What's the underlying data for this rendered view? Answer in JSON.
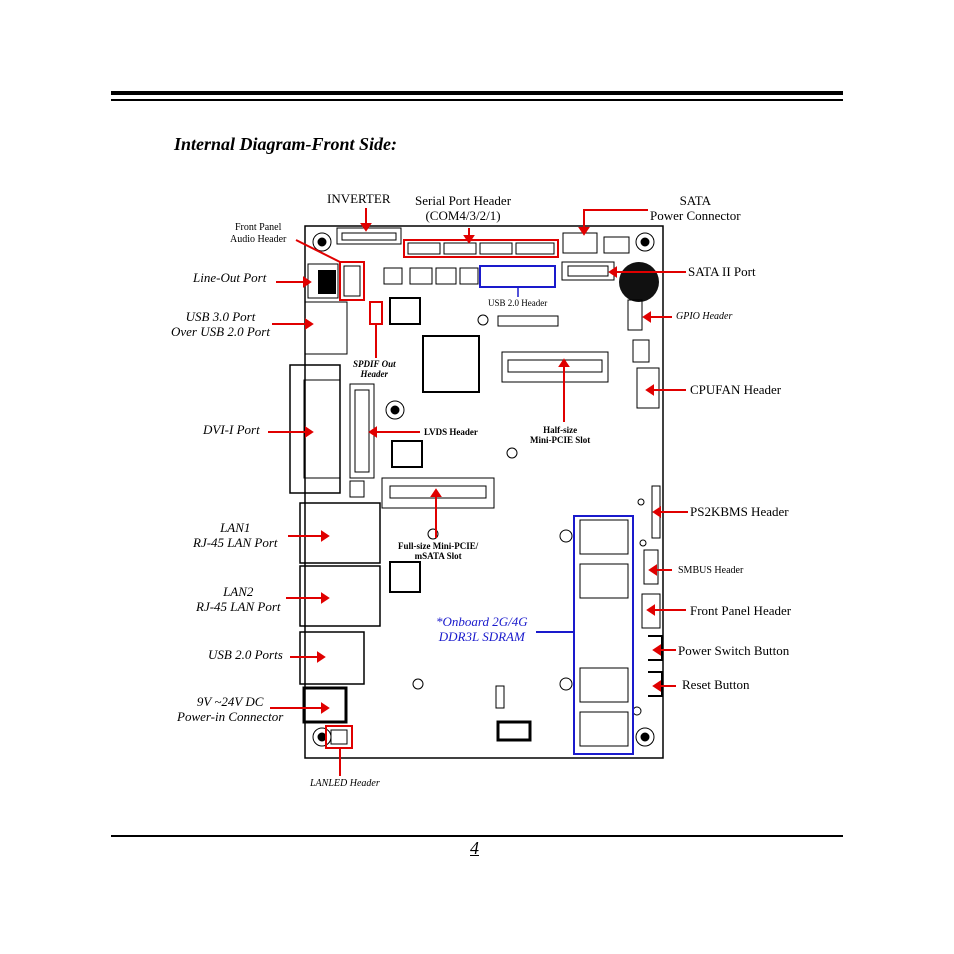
{
  "page": {
    "title": "Internal Diagram-Front Side:",
    "page_number": "4"
  },
  "labels": {
    "inverter": "INVERTER",
    "serial_line1": "Serial Port Header",
    "serial_line2": "(COM4/3/2/1)",
    "sata_line1": "SATA",
    "sata_line2": "Power Connector",
    "front_audio_line1": "Front Panel",
    "front_audio_line2": "Audio Header",
    "line_out": "Line-Out Port",
    "usb3_line1": "USB 3.0 Port",
    "usb3_line2": "Over USB 2.0 Port",
    "spdif_line1": "SPDIF Out",
    "spdif_line2": "Header",
    "usb20_header": "USB 2.0 Header",
    "sata2": "SATA II Port",
    "gpio": "GPIO Header",
    "cpufan": "CPUFAN Header",
    "dvi": "DVI-I Port",
    "lvds": "LVDS Header",
    "halfsize_line1": "Half-size",
    "halfsize_line2": "Mini-PCIE Slot",
    "ps2": "PS2KBMS Header",
    "lan1_line1": "LAN1",
    "lan1_line2": "RJ-45 LAN Port",
    "fullsize_line1": "Full-size Mini-PCIE/",
    "fullsize_line2": "mSATA Slot",
    "smbus": "SMBUS Header",
    "lan2_line1": "LAN2",
    "lan2_line2": "RJ-45 LAN Port",
    "front_panel": "Front Panel Header",
    "sdram_line1": "*Onboard 2G/4G",
    "sdram_line2": "DDR3L SDRAM",
    "usb20_ports": "USB 2.0 Ports",
    "power_switch": "Power Switch Button",
    "power_in_line1": "9V ~24V DC",
    "power_in_line2": "Power-in Connector",
    "reset": "Reset Button",
    "lanled": "LANLED Header"
  },
  "colors": {
    "callout": "#e00000",
    "highlight_blue": "#1a1acc"
  }
}
